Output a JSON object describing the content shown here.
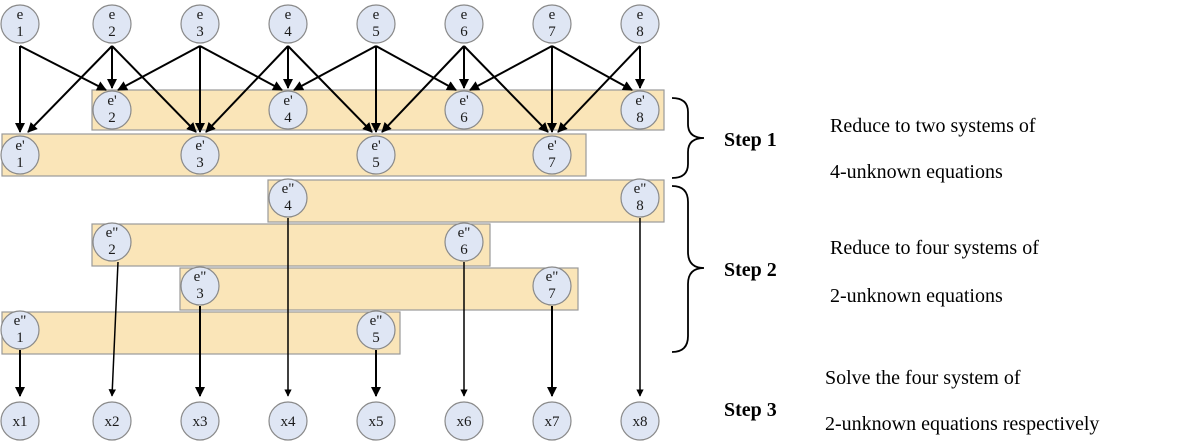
{
  "nodes": {
    "e": [
      [
        "e",
        "1"
      ],
      [
        "e",
        "2"
      ],
      [
        "e",
        "3"
      ],
      [
        "e",
        "4"
      ],
      [
        "e",
        "5"
      ],
      [
        "e",
        "6"
      ],
      [
        "e",
        "7"
      ],
      [
        "e",
        "8"
      ]
    ],
    "e1": [
      [
        "e'",
        "1"
      ],
      [
        "e'",
        "2"
      ],
      [
        "e'",
        "3"
      ],
      [
        "e'",
        "4"
      ],
      [
        "e'",
        "5"
      ],
      [
        "e'",
        "6"
      ],
      [
        "e'",
        "7"
      ],
      [
        "e'",
        "8"
      ]
    ],
    "e2": [
      [
        "e\"",
        "1"
      ],
      [
        "e\"",
        "2"
      ],
      [
        "e\"",
        "3"
      ],
      [
        "e\"",
        "4"
      ],
      [
        "e\"",
        "5"
      ],
      [
        "e\"",
        "6"
      ],
      [
        "e\"",
        "7"
      ],
      [
        "e\"",
        "8"
      ]
    ],
    "x": [
      "x1",
      "x2",
      "x3",
      "x4",
      "x5",
      "x6",
      "x7",
      "x8"
    ]
  },
  "steps": [
    {
      "label": "Step 1",
      "lines": [
        "Reduce to two systems of",
        "4-unknown equations"
      ]
    },
    {
      "label": "Step 2",
      "lines": [
        "Reduce to four systems of",
        "2-unknown equations"
      ]
    },
    {
      "label": "Step 3",
      "lines": [
        "Solve the four system of",
        "2-unknown equations respectively"
      ]
    }
  ]
}
